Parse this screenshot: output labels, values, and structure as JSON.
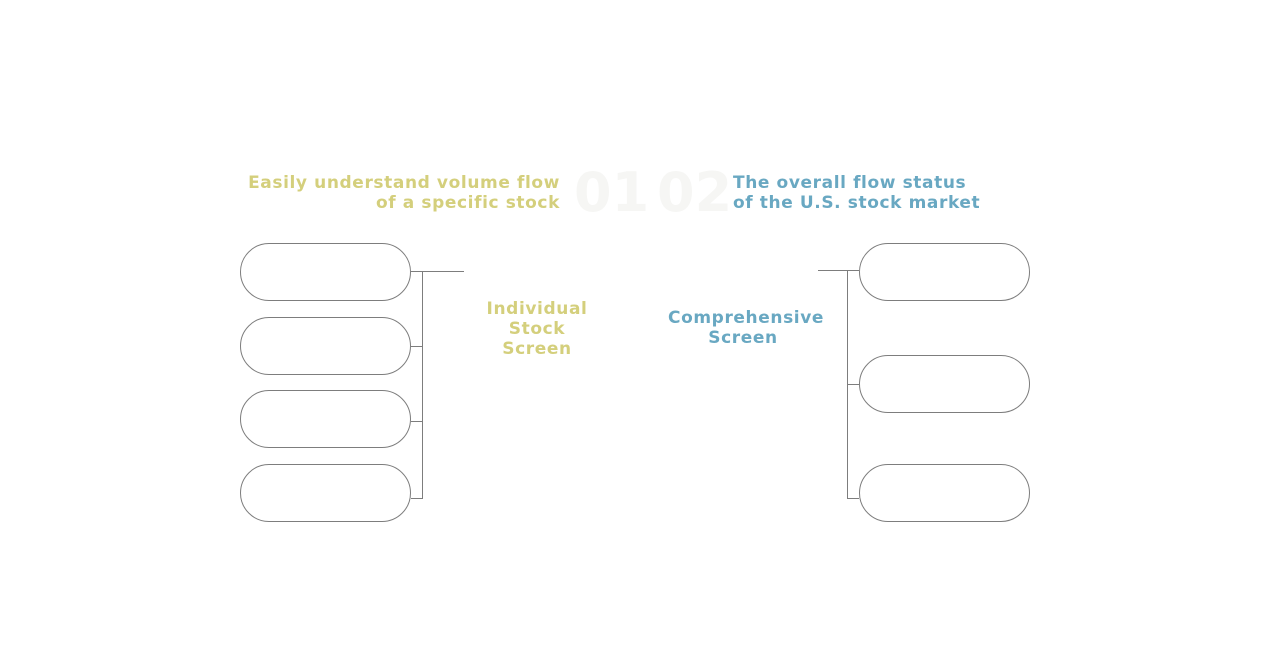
{
  "left_panel": {
    "tagline_lines": [
      "Easily understand volume flow",
      "of a specific stock"
    ],
    "title_lines": [
      "Individual",
      "Stock",
      "Screen"
    ],
    "number": "01",
    "accent_color": "#d4cf7c",
    "item_count": 4
  },
  "right_panel": {
    "tagline_lines": [
      "The overall flow status",
      "of the U.S. stock market"
    ],
    "title_lines": [
      "Comprehensive",
      "Screen"
    ],
    "number": "02",
    "accent_color": "#69a8c2",
    "item_count": 3
  }
}
